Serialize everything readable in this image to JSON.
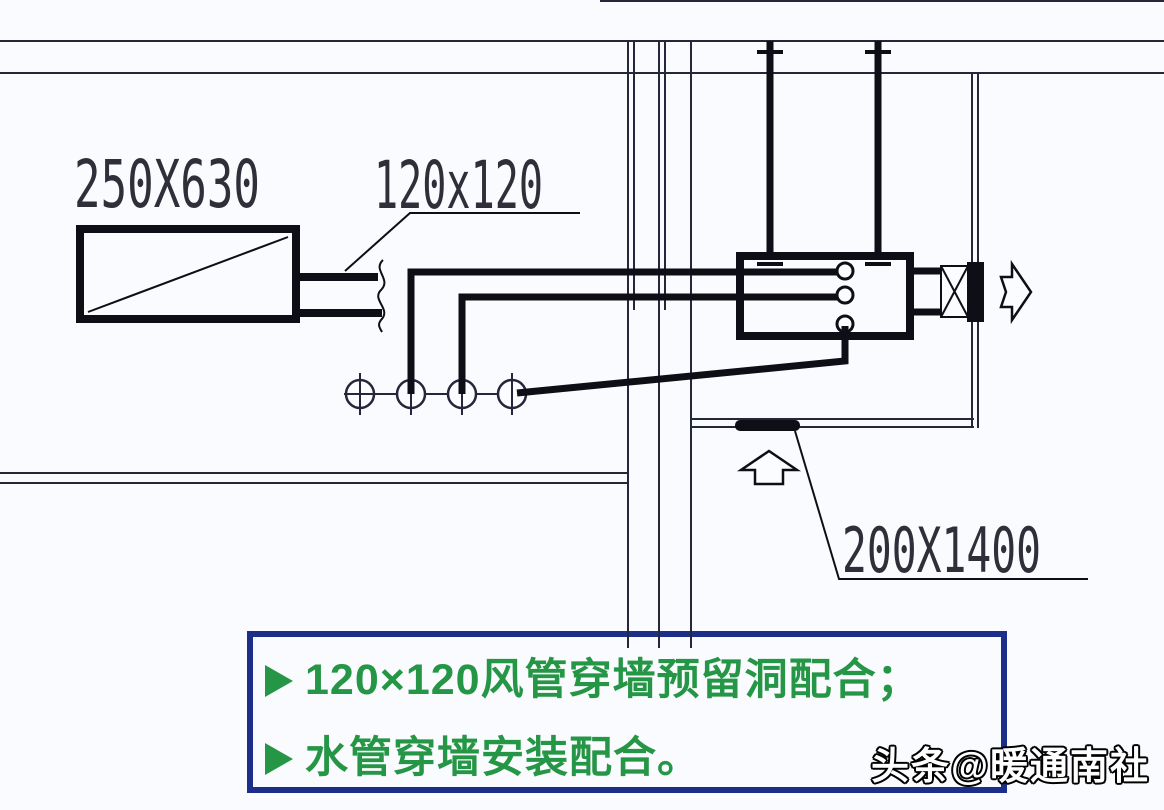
{
  "diagram": {
    "labels": {
      "silencer_size": "250X630",
      "duct_size": "120x120",
      "grille_size": "200X1400"
    },
    "notes": {
      "line1": "120×120风管穿墙预留洞配合；",
      "line2": "水管穿墙安装配合。"
    },
    "watermark": "头条@暖通南社",
    "colors": {
      "thin_line": "#26263a",
      "thick_line": "#0e0e16",
      "note_green": "#259645",
      "note_box_blue": "#1b2f8a",
      "background": "#fafbfe"
    }
  }
}
